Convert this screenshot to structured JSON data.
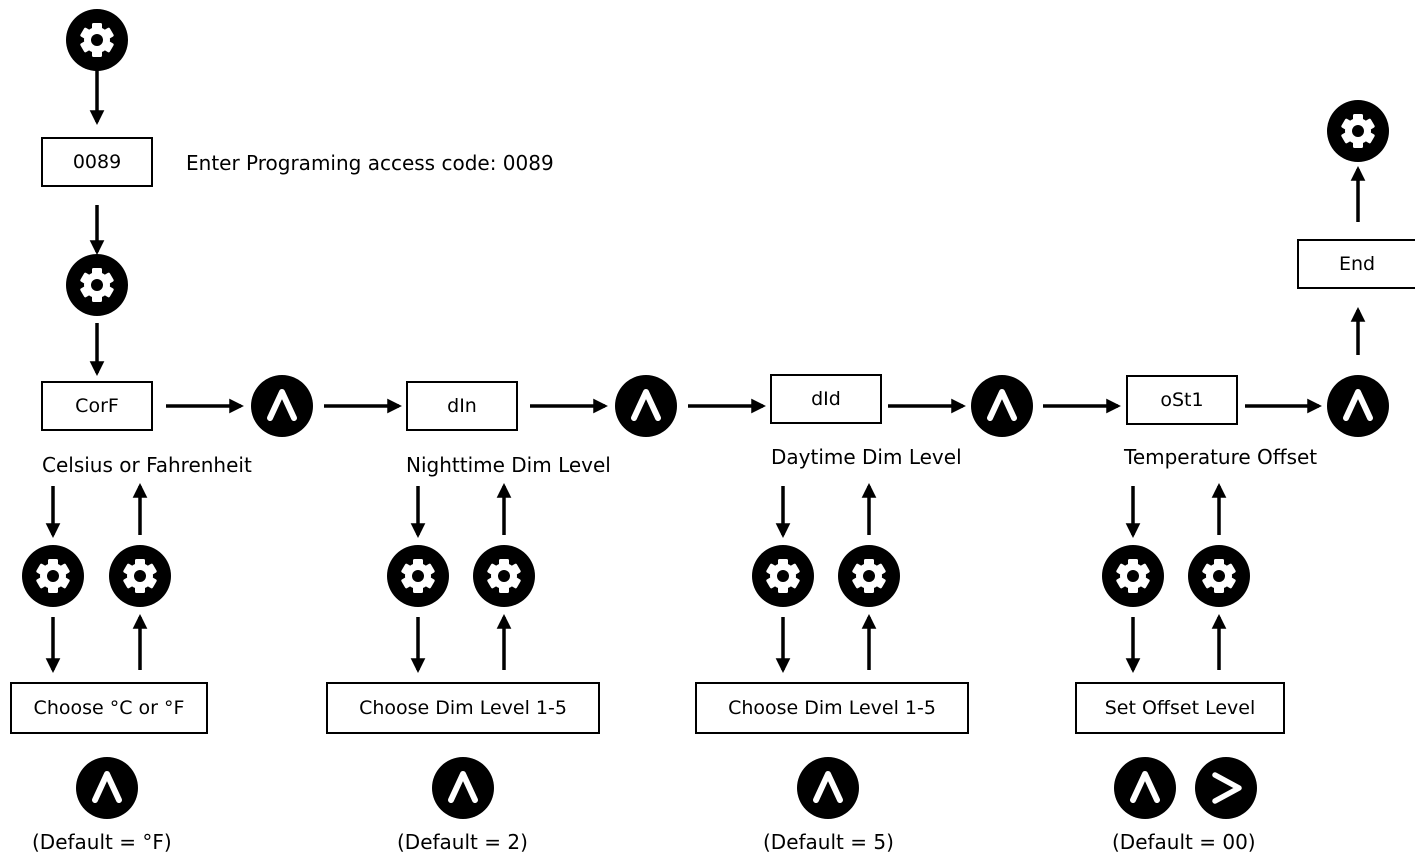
{
  "access_code_box": "0089",
  "access_code_note": "Enter Programing access code: 0089",
  "end_box": "End",
  "steps": [
    {
      "code": "CorF",
      "description": "Celsius or Fahrenheit",
      "choice": "Choose °C or °F",
      "default": "(Default = °F)"
    },
    {
      "code": "dIn",
      "description": "Nighttime Dim Level",
      "choice": "Choose Dim Level 1-5",
      "default": "(Default = 2)"
    },
    {
      "code": "dId",
      "description": "Daytime Dim Level",
      "choice": "Choose Dim Level 1-5",
      "default": "(Default = 5)"
    },
    {
      "code": "oSt1",
      "description": "Temperature Offset",
      "choice": "Set Offset Level",
      "default": "(Default = 00)"
    }
  ],
  "icons": {
    "settings": "gear-icon",
    "up": "up-button-icon",
    "right": "right-button-icon"
  },
  "colors": {
    "button_fill": "#000000",
    "icon_glyph": "#ffffff"
  }
}
